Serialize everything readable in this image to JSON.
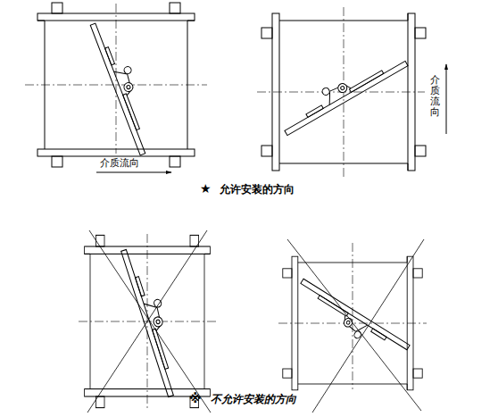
{
  "diagram": {
    "labels": [
      "介质流向",
      "介质流向",
      "★",
      "允许安装的方向",
      "※",
      "不允许安装的方向"
    ]
  }
}
